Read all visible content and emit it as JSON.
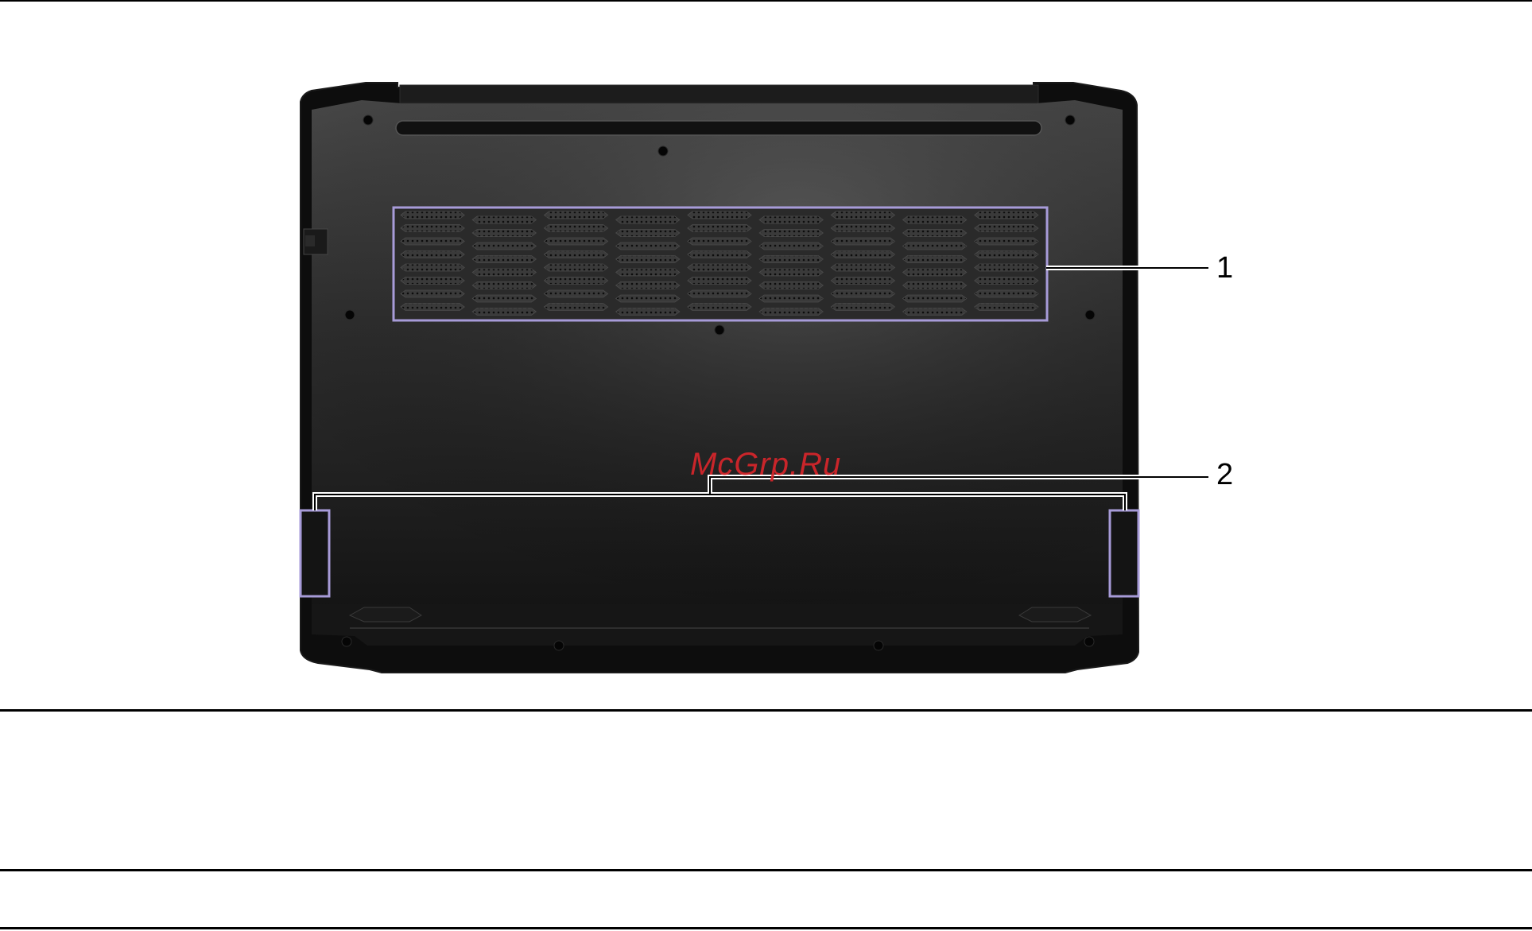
{
  "figure": {
    "subject": "laptop-bottom-view",
    "outline_color": "#a79bd8",
    "watermark": "McGrp.Ru",
    "callouts": [
      {
        "number": "1",
        "target": "ventilation-slots"
      },
      {
        "number": "2",
        "target": "speakers"
      }
    ]
  }
}
